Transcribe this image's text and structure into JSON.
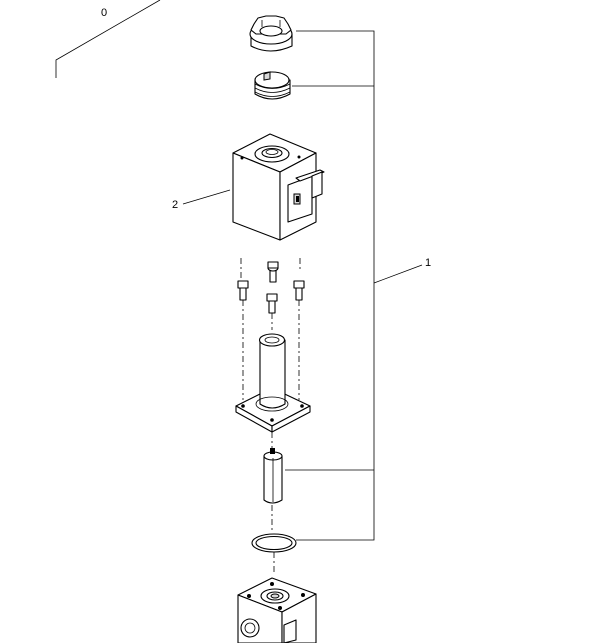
{
  "callouts": {
    "assembly": "0",
    "kit": "1",
    "coil": "2"
  }
}
